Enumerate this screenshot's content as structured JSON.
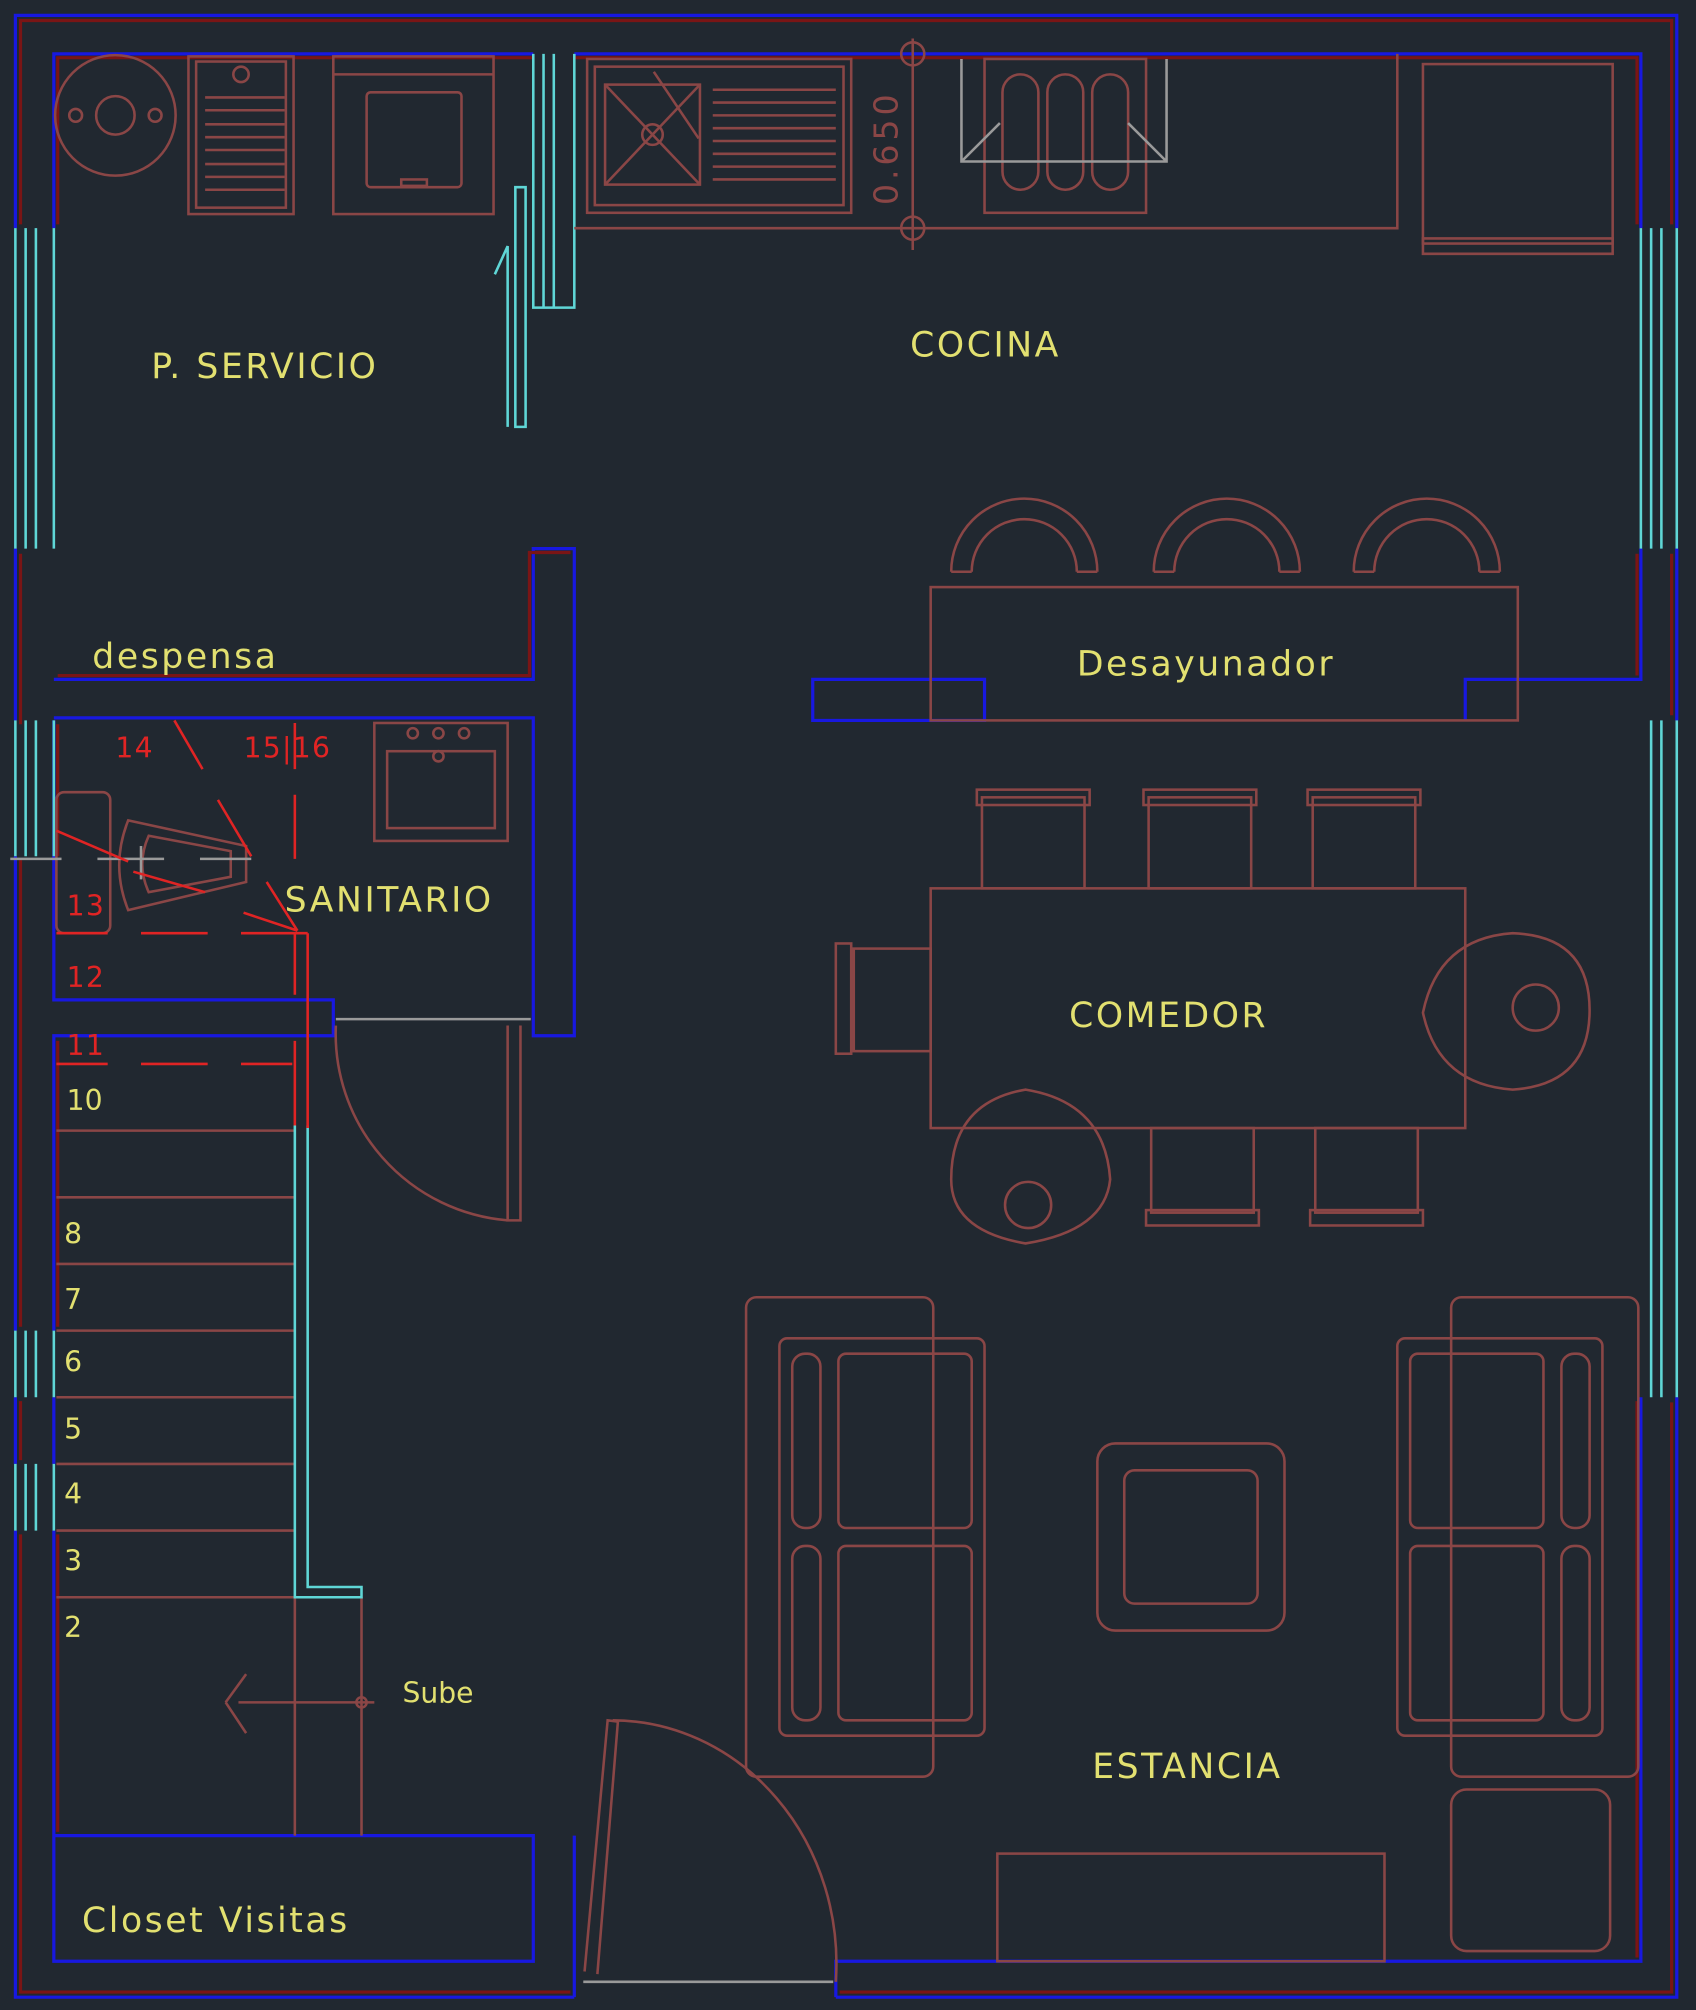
{
  "rooms": {
    "servicio": "P.  SERVICIO",
    "cocina": "COCINA",
    "despensa": "despensa",
    "desayunador": "Desayunador",
    "sanitario": "SANITARIO",
    "comedor": "COMEDOR",
    "estancia": "ESTANCIA",
    "closet": "Closet  Visitas"
  },
  "dimension": "0.650",
  "stairs": {
    "direction_label": "Sube",
    "steps_lower": [
      "10",
      "8",
      "7",
      "6",
      "5",
      "4",
      "3",
      "2"
    ],
    "steps_upper": [
      "14",
      "15|16",
      "13",
      "12",
      "11"
    ]
  },
  "colors": {
    "background": "#212830",
    "wall_outline": "#1818e0",
    "wall_inner": "#7a1515",
    "windows": "#5fd6d6",
    "furniture": "#8a4646",
    "labels": "#e2e070",
    "stair_upper": "#e02424"
  }
}
